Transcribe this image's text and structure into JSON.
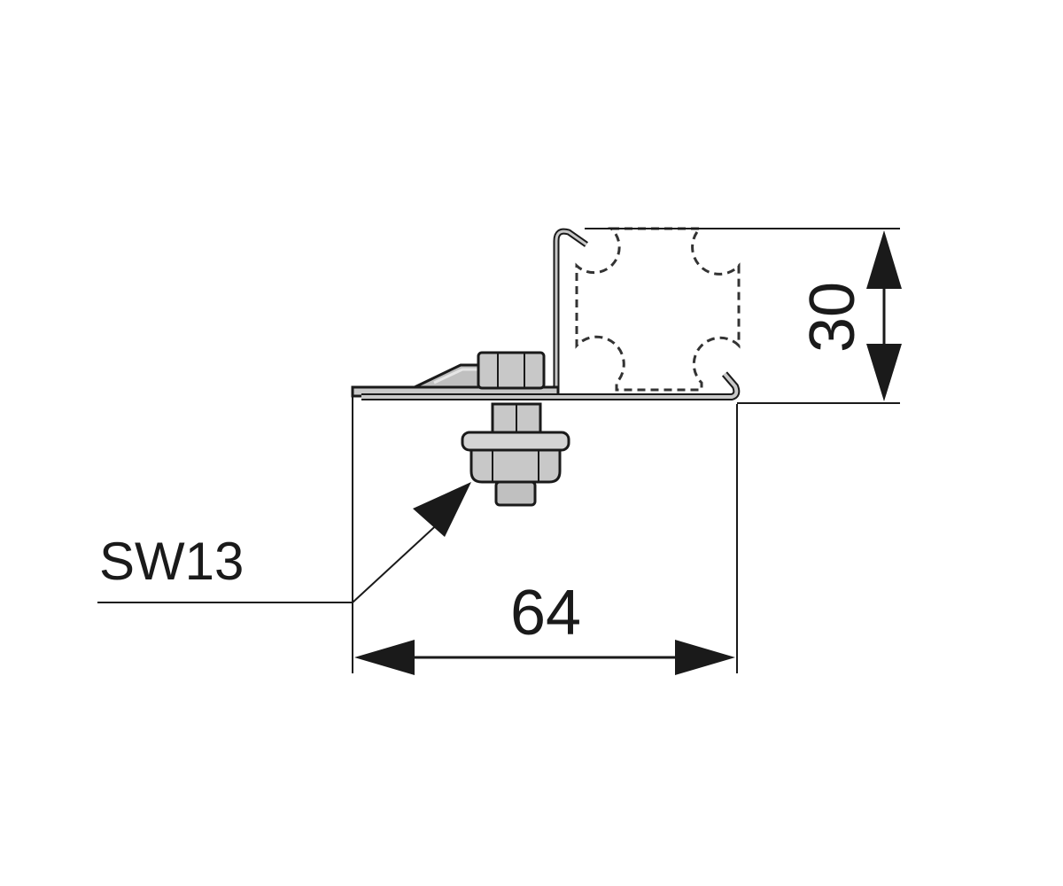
{
  "dimensions": {
    "width_label": "64",
    "height_label": "30"
  },
  "callout": {
    "wrench_size_label": "SW13"
  },
  "colors": {
    "line": "#1a1a1a",
    "part_fill": "#c8c8c8",
    "part_light": "#dcdcdc",
    "part_dark": "#9a9a9a",
    "dashed_outline": "#333333",
    "background": "#ffffff"
  }
}
